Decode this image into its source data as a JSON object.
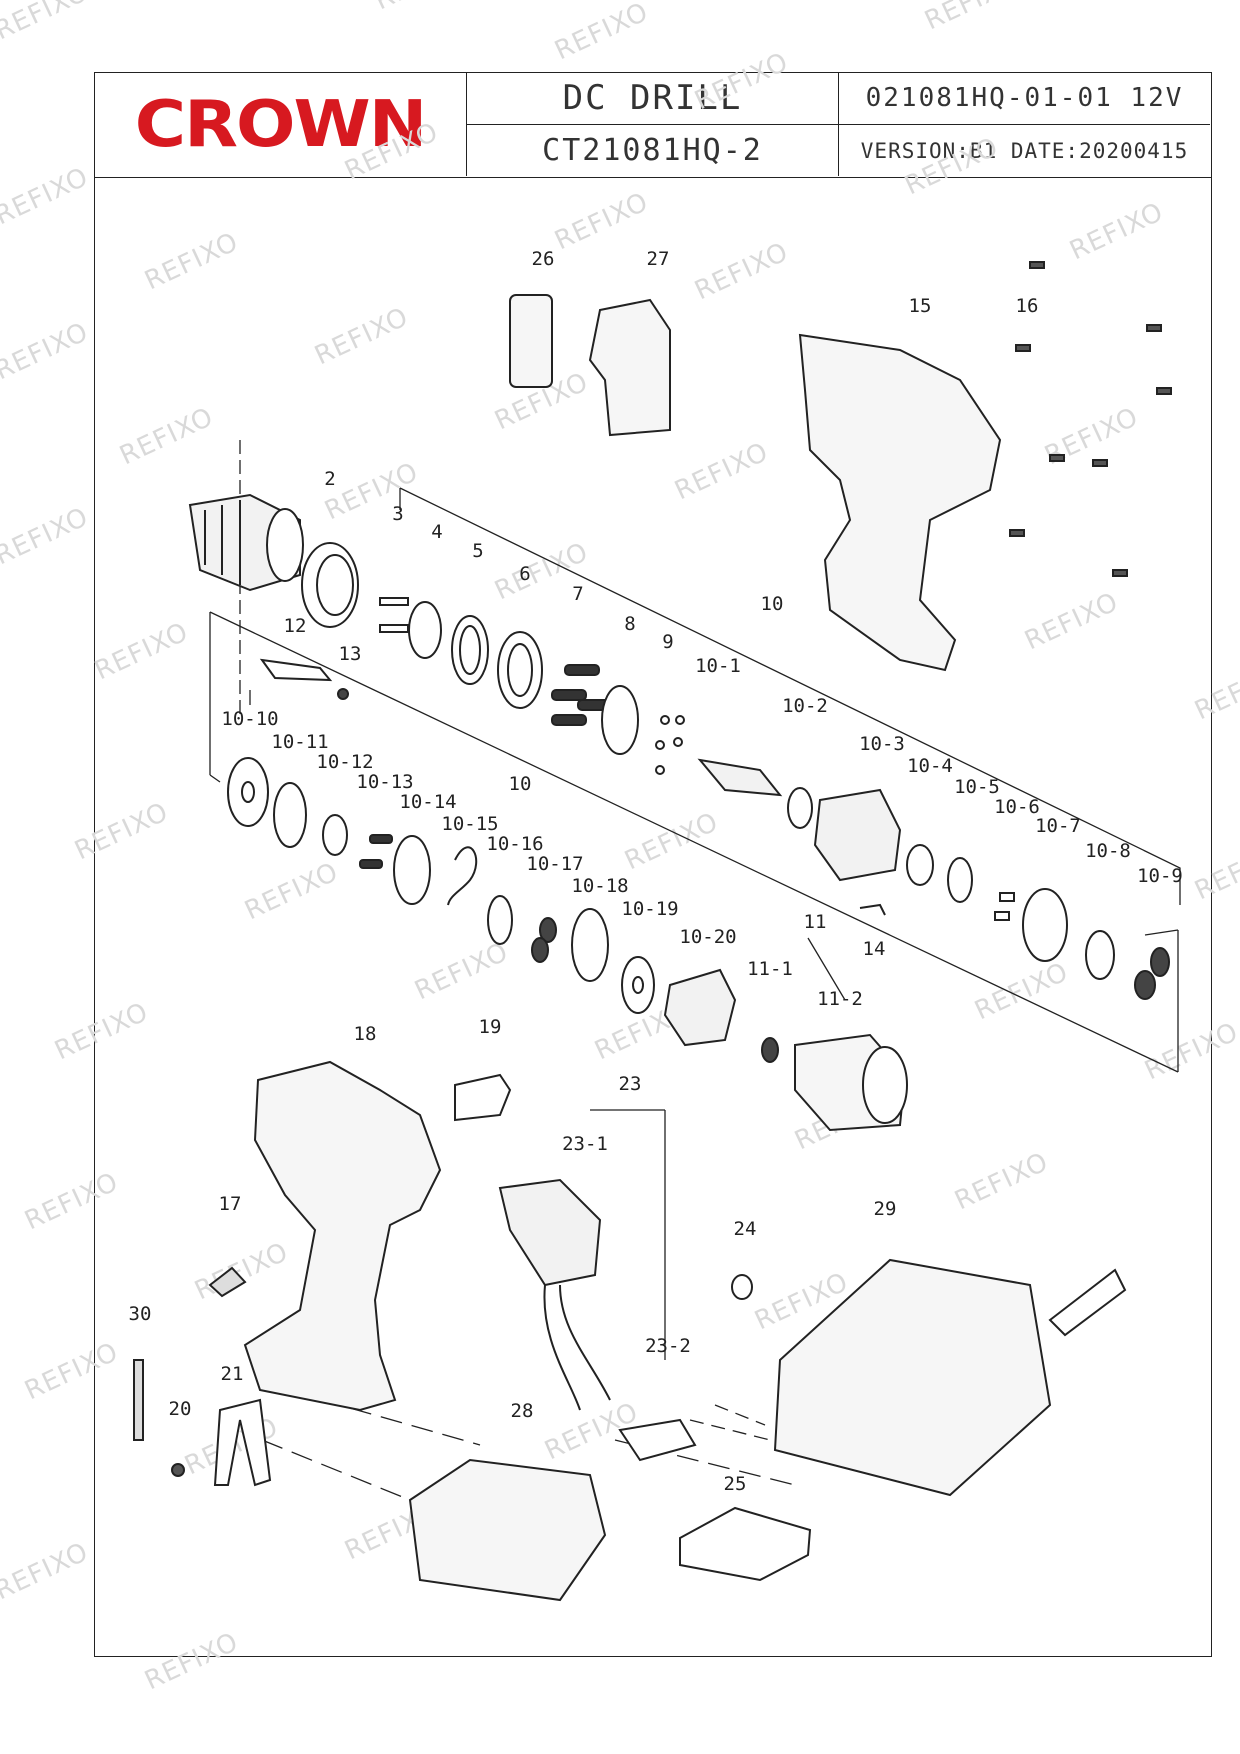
{
  "title_block": {
    "logo_text": "CROWN",
    "product_name": "DC DRILL",
    "model": "CT21081HQ-2",
    "doc_code": "021081HQ-01-01 12V",
    "version_date": "VERSION:B1 DATE:20200415"
  },
  "callouts": [
    "2",
    "3",
    "4",
    "5",
    "6",
    "7",
    "8",
    "9",
    "10",
    "10-1",
    "10-2",
    "10-3",
    "10-4",
    "10-5",
    "10-6",
    "10-7",
    "10-8",
    "10-9",
    "10-10",
    "10-11",
    "10-12",
    "10-13",
    "10-14",
    "10",
    "10-15",
    "10-16",
    "10-17",
    "10-18",
    "10-19",
    "10-20",
    "11",
    "11-1",
    "11-2",
    "12",
    "13",
    "14",
    "15",
    "16",
    "17",
    "18",
    "19",
    "20",
    "21",
    "23",
    "23-1",
    "23-2",
    "24",
    "25",
    "26",
    "27",
    "28",
    "29",
    "30"
  ],
  "watermark_text": "REFIXO",
  "colors": {
    "brand_red": "#d71920",
    "line": "#222222",
    "watermark": "#d9d9d9"
  }
}
